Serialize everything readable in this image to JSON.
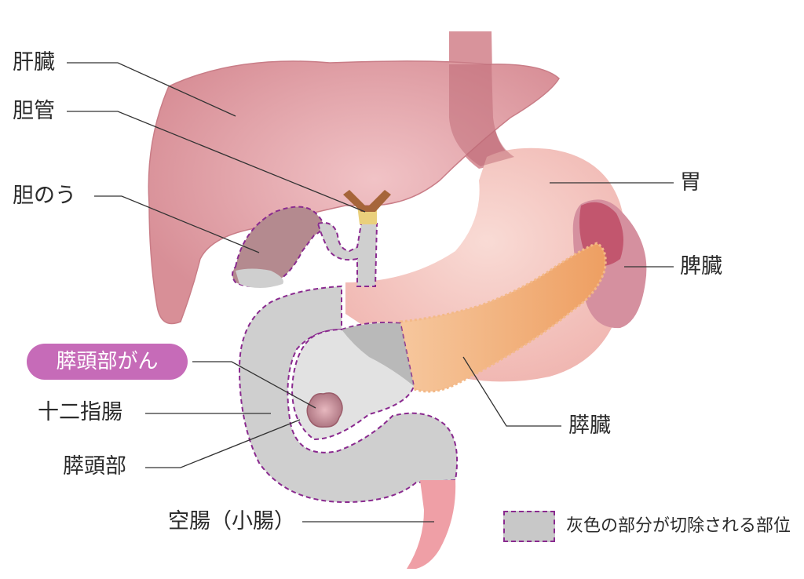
{
  "labels": {
    "liver": "肝臓",
    "bile_duct": "胆管",
    "gallbladder": "胆のう",
    "pancreatic_head_cancer": "膵頭部がん",
    "duodenum": "十二指腸",
    "pancreatic_head": "膵頭部",
    "jejunum": "空腸（小腸）",
    "stomach": "胃",
    "spleen": "脾臓",
    "pancreas": "膵臓"
  },
  "legend": {
    "text": "灰色の部分が切除される部位"
  },
  "colors": {
    "organ_pink": "#e8a9ad",
    "liver": "#d88f97",
    "stomach": "#f4c3bd",
    "pancreas": "#f0b07e",
    "spleen": "#c46a84",
    "resected_gray": "#cfcfcf",
    "resected_outline": "#8a2a8f",
    "highlight_pill": "#c66bb8",
    "bile_duct_yellow": "#e8cf7a",
    "leader_line": "#333333"
  }
}
